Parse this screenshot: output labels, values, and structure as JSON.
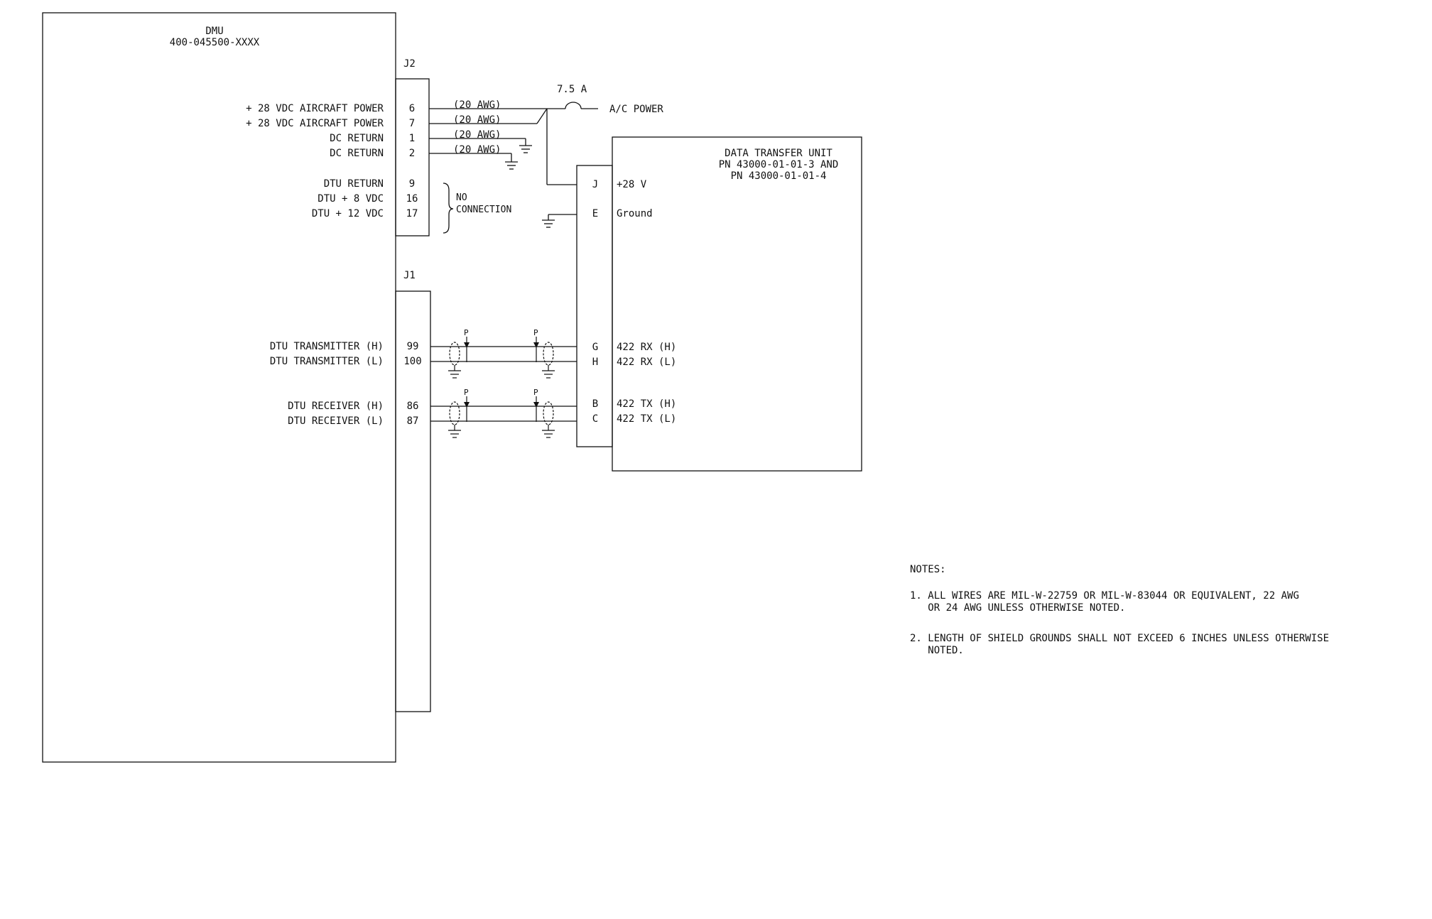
{
  "dmu": {
    "title": "DMU",
    "part_number": "400-045500-XXXX",
    "j2_label": "J2",
    "j1_label": "J1",
    "j2_pins": [
      {
        "label": "+ 28 VDC AIRCRAFT POWER",
        "pin": "6",
        "wire": "(20 AWG)"
      },
      {
        "label": "+ 28 VDC AIRCRAFT POWER",
        "pin": "7",
        "wire": "(20 AWG)"
      },
      {
        "label": "DC RETURN",
        "pin": "1",
        "wire": "(20 AWG)"
      },
      {
        "label": "DC RETURN",
        "pin": "2",
        "wire": "(20 AWG)"
      }
    ],
    "dtu_pins": [
      {
        "label": "DTU RETURN",
        "pin": "9"
      },
      {
        "label": "DTU + 8 VDC",
        "pin": "16"
      },
      {
        "label": "DTU + 12 VDC",
        "pin": "17"
      }
    ],
    "no_connection": [
      "NO",
      "CONNECTION"
    ],
    "j1_pins": [
      {
        "label": "DTU TRANSMITTER (H)",
        "pin": "99"
      },
      {
        "label": "DTU TRANSMITTER (L)",
        "pin": "100"
      },
      {
        "label": "DTU RECEIVER (H)",
        "pin": "86"
      },
      {
        "label": "DTU RECEIVER (L)",
        "pin": "87"
      }
    ]
  },
  "fuse": {
    "rating": "7.5 A",
    "label": "A/C POWER"
  },
  "dtu": {
    "title_lines": [
      "DATA TRANSFER UNIT",
      "PN 43000-01-01-3 AND",
      "PN 43000-01-01-4"
    ],
    "pins": [
      {
        "pin": "J",
        "label": "+28 V"
      },
      {
        "pin": "E",
        "label": "Ground"
      },
      {
        "pin": "G",
        "label": "422 RX (H)"
      },
      {
        "pin": "H",
        "label": "422 RX (L)"
      },
      {
        "pin": "B",
        "label": "422 TX (H)"
      },
      {
        "pin": "C",
        "label": "422 TX (L)"
      }
    ]
  },
  "shield_marker": "P",
  "notes": {
    "heading": "NOTES:",
    "items": [
      [
        "1. ALL WIRES ARE MIL-W-22759 OR MIL-W-83044 OR EQUIVALENT, 22 AWG",
        "   OR 24 AWG UNLESS OTHERWISE NOTED."
      ],
      [
        "2. LENGTH OF SHIELD GROUNDS SHALL NOT EXCEED 6 INCHES UNLESS OTHERWISE",
        "   NOTED."
      ]
    ]
  }
}
